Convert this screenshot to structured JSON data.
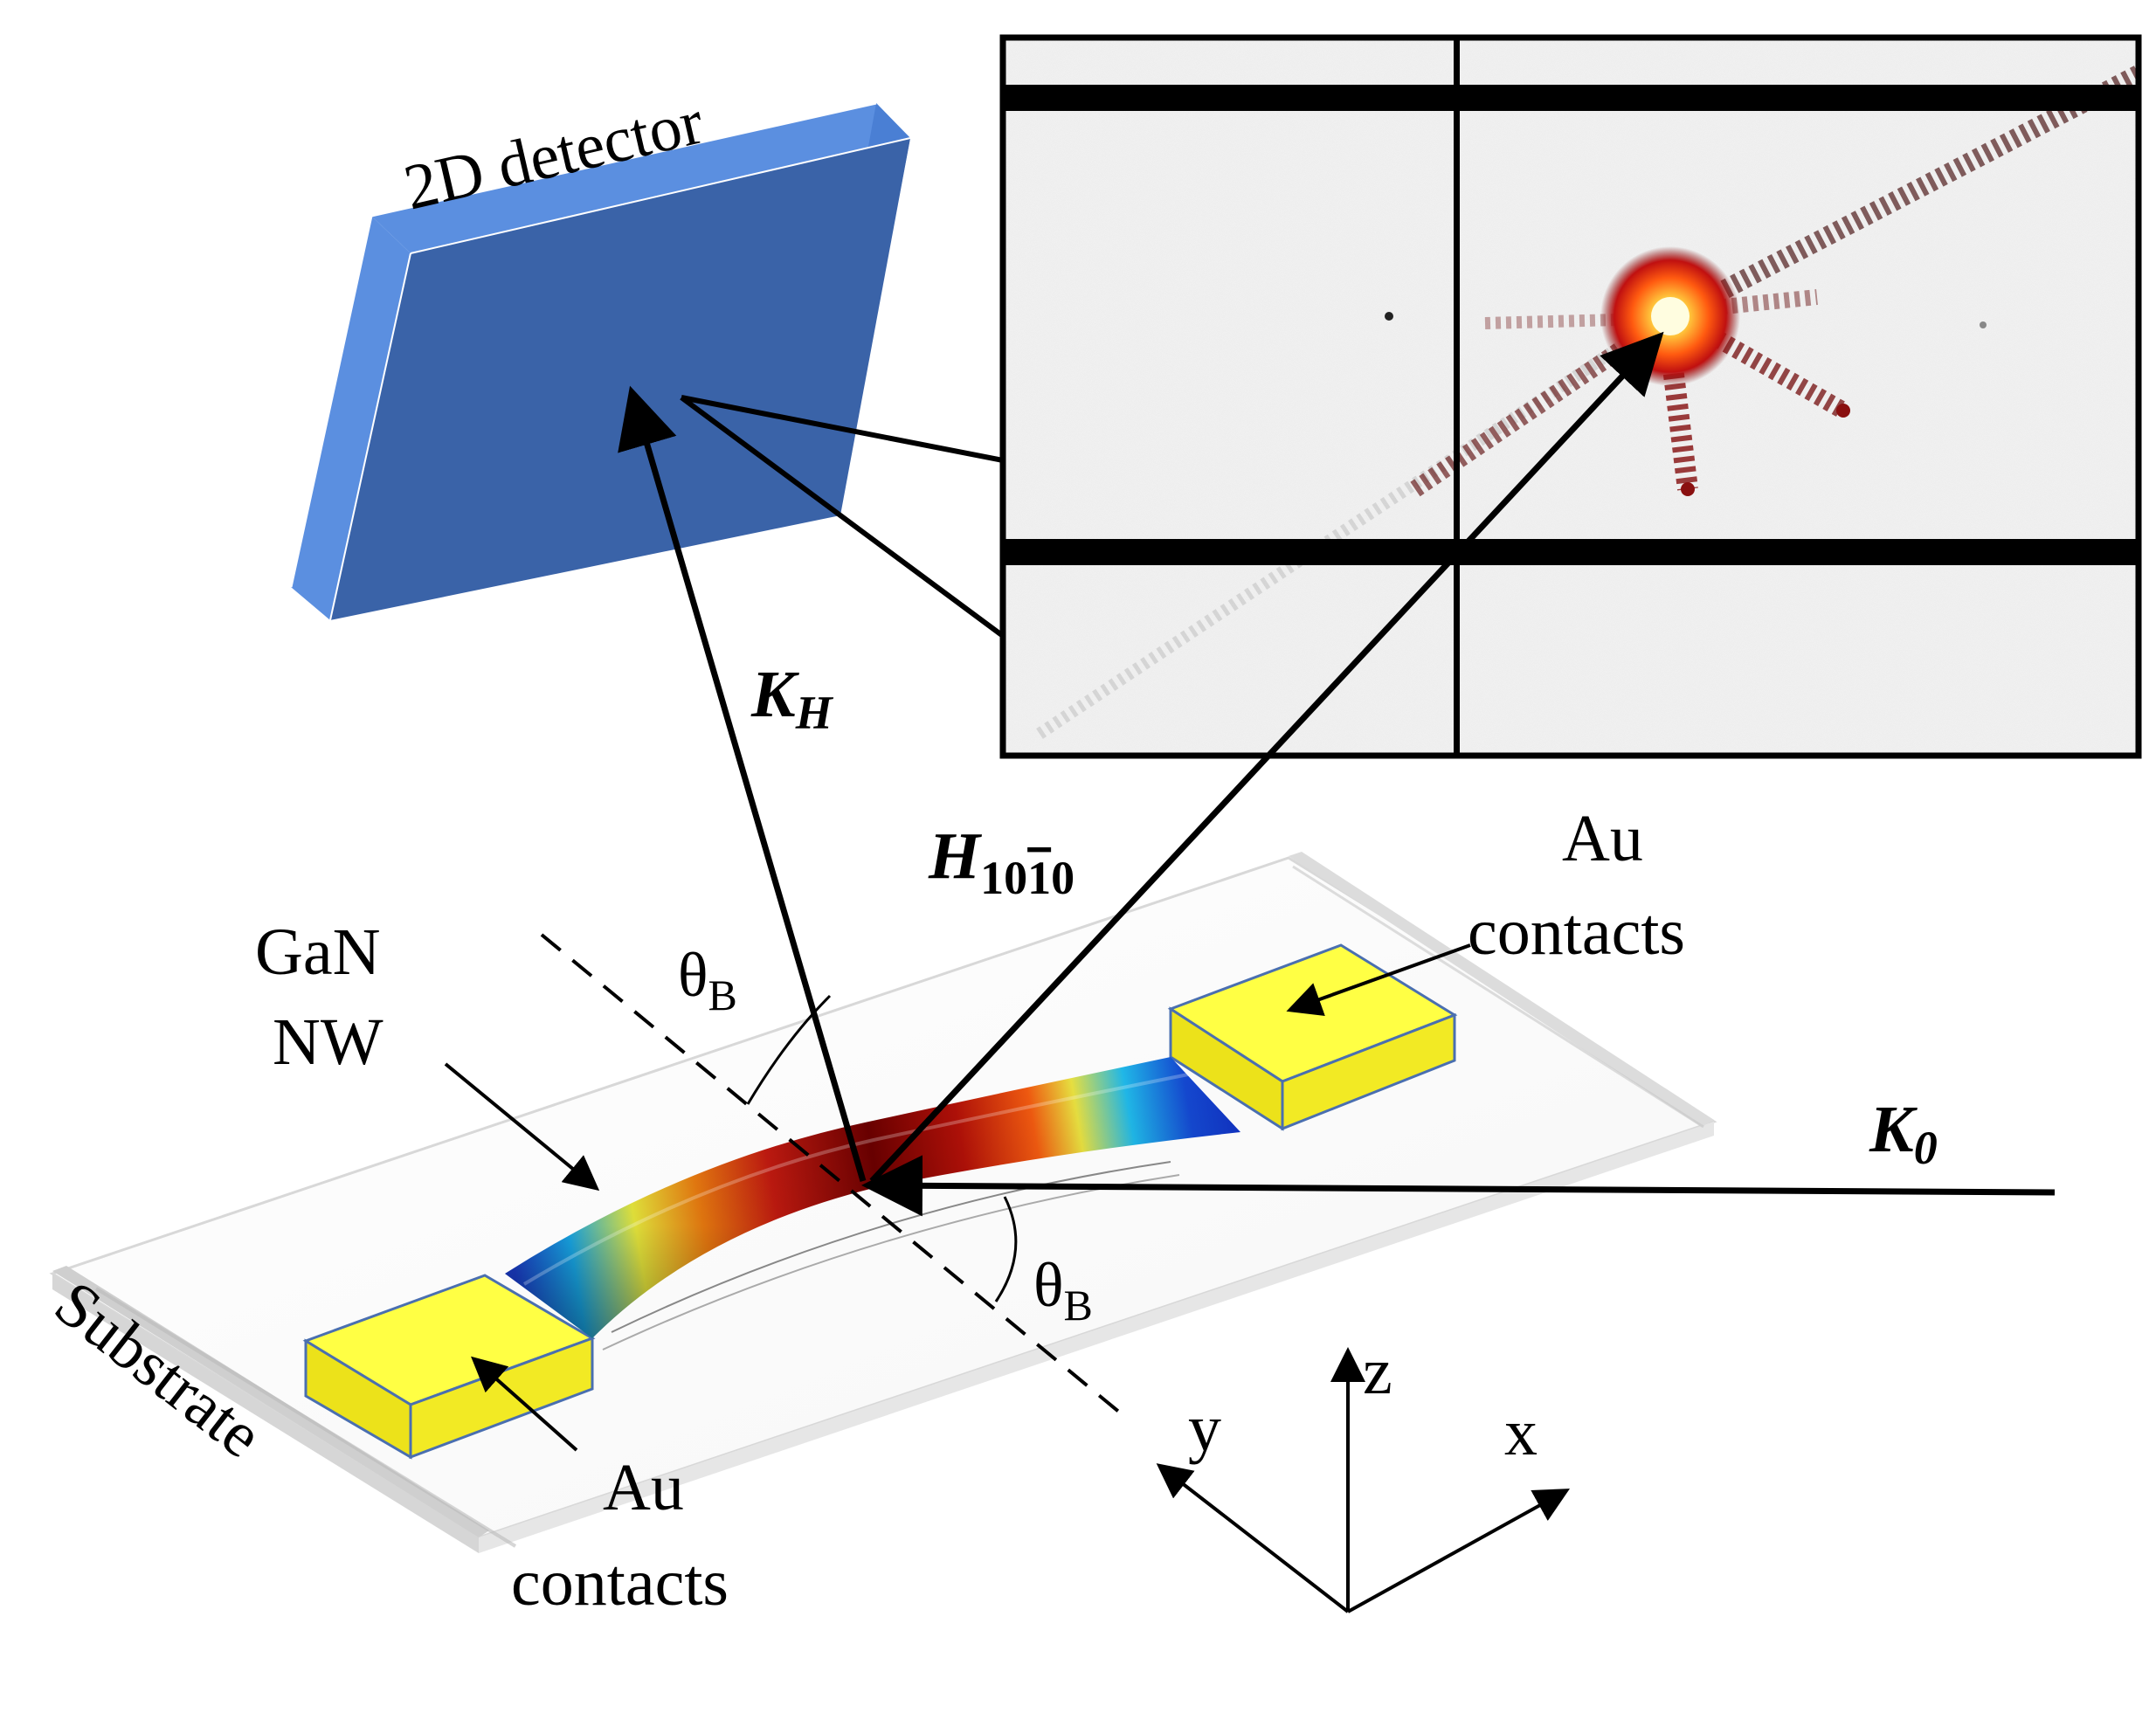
{
  "labels": {
    "detector": "2D detector",
    "k_h_main": "K",
    "k_h_sub": "H",
    "h_main": "H",
    "h_sub_1": "10",
    "h_sub_bar": "1",
    "h_sub_2": "0",
    "k0_main": "K",
    "k0_sub": "0",
    "gan_line1": "GaN",
    "gan_line2": "NW",
    "au_top_line1": "Au",
    "au_top_line2": "contacts",
    "au_bottom_line1": "Au",
    "au_bottom_line2": "contacts",
    "theta_upper_main": "θ",
    "theta_upper_sub": "B",
    "theta_lower_main": "θ",
    "theta_lower_sub": "B",
    "substrate": "Substrate",
    "axis_x": "x",
    "axis_y": "y",
    "axis_z": "z"
  },
  "colors": {
    "detector_front": "#3a63a8",
    "detector_side": "#5b8fe0",
    "contact_top": "#ffff44",
    "contact_side": "#e0d814",
    "contact_edge": "#4a6fb0",
    "strain_low": "#1030c0",
    "strain_high": "#6a0000",
    "pattern_peak": "#ffe060",
    "pattern_fringe": "#9a1010"
  }
}
